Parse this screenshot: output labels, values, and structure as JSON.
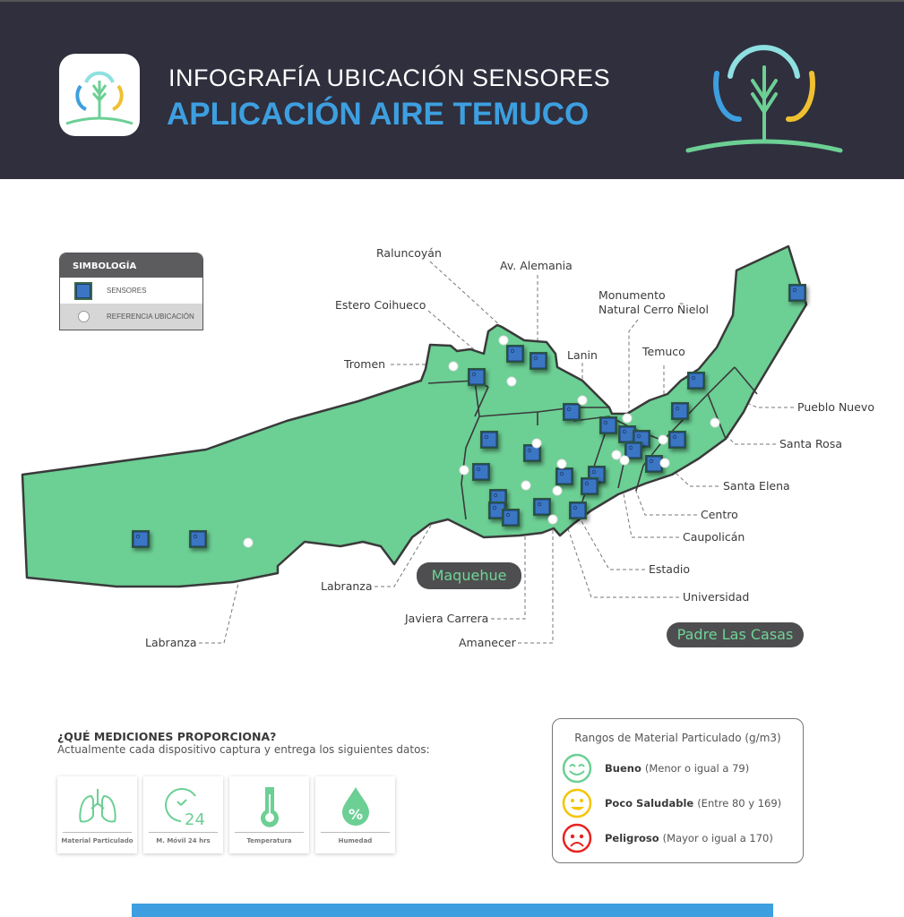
{
  "header": {
    "title": "INFOGRAFÍA UBICACIÓN SENSORES",
    "subtitle": "APLICACIÓN AIRE TEMUCO",
    "logo_icon": "tree-cloud-logo"
  },
  "legend": {
    "title": "SIMBOLOGÍA",
    "items": [
      {
        "icon": "sensor-chip-icon",
        "label": "SENSORES"
      },
      {
        "icon": "white-dot-icon",
        "label": "REFERENCIA UBICACIÓN"
      }
    ]
  },
  "map": {
    "colors": {
      "land": "#6ccf94",
      "border": "#3a3a3a",
      "sensor": "#3b76c4"
    },
    "labels": [
      "Raluncoyán",
      "Av. Alemania",
      "Estero Coihueco",
      "Monumento",
      "Natural Cerro Ñielol",
      "Lanin",
      "Tromen",
      "Temuco",
      "Pueblo Nuevo",
      "Santa Rosa",
      "Santa Elena",
      "Centro",
      "Caupolicán",
      "Estadio",
      "Universidad",
      "Labranza",
      "Javiera Carrera",
      "Amanecer",
      "Labranza"
    ],
    "areas": [
      "Maquehue",
      "Padre Las Casas"
    ]
  },
  "measures": {
    "title": "¿QUÉ MEDICIONES PROPORCIONA?",
    "subtitle": "Actualmente cada dispositivo captura y entrega los siguientes datos:",
    "cards": [
      {
        "label": "Material Particulado",
        "icon": "lungs-icon"
      },
      {
        "label": "M. Móvil 24 hrs",
        "icon": "clock-24-icon"
      },
      {
        "label": "Temperatura",
        "icon": "thermometer-icon"
      },
      {
        "label": "Humedad",
        "icon": "humidity-drop-icon"
      }
    ]
  },
  "ranges": {
    "title": "Rangos de Material Particulado (g/m3)",
    "items": [
      {
        "name": "Bueno",
        "desc": "(Menor o igual a 79)",
        "color": "#6ccf94",
        "icon": "happy-face-icon"
      },
      {
        "name": "Poco Saludable",
        "desc": "(Entre 80 y 169)",
        "color": "#f5c400",
        "icon": "neutral-face-icon"
      },
      {
        "name": "Peligroso",
        "desc": "(Mayor o igual a 170)",
        "color": "#e8231f",
        "icon": "sad-face-icon"
      }
    ]
  }
}
